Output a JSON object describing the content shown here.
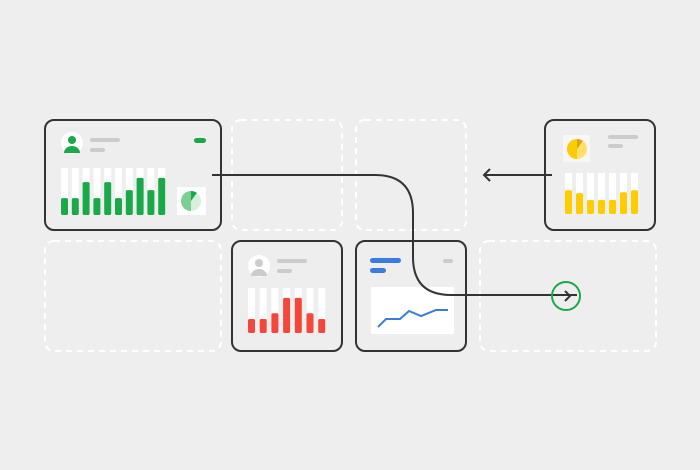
{
  "colors": {
    "background": "#eeeeee",
    "card_border": "#333333",
    "dashed_border": "#ffffff",
    "track": "#ffffff",
    "placeholder_text": "#cccccc",
    "green": "#1aa84a",
    "green_light": "#7ccf94",
    "red": "#f4473b",
    "blue": "#3a7be0",
    "yellow": "#ffcc00",
    "yellow_light": "#ffdf6a",
    "connector": "#333333"
  },
  "cards": {
    "green_dashboard": {
      "icon": "user-avatar-icon",
      "accent": "#1aa84a",
      "bar_levels": [
        0.36,
        0.36,
        0.7,
        0.36,
        0.7,
        0.36,
        0.53,
        0.79,
        0.53,
        0.79
      ],
      "pie_fraction": 0.1
    },
    "red_dashboard": {
      "icon": "user-avatar-icon",
      "accent": "#f4473b",
      "bar_levels": [
        0.31,
        0.31,
        0.44,
        0.78,
        0.78,
        0.44,
        0.31
      ]
    },
    "blue_dashboard": {
      "accent": "#3a7be0",
      "line_values": [
        0,
        0.4,
        0.4,
        0.8,
        0.55,
        0.85,
        0.85
      ]
    },
    "yellow_dashboard": {
      "accent": "#ffcc00",
      "bar_levels": [
        0.58,
        0.51,
        0.34,
        0.34,
        0.34,
        0.53,
        0.58
      ],
      "pie_fraction": 0.1
    }
  },
  "icons": {
    "target": "chevron-right-circle-icon",
    "left_arrow": "arrow-left-icon"
  }
}
